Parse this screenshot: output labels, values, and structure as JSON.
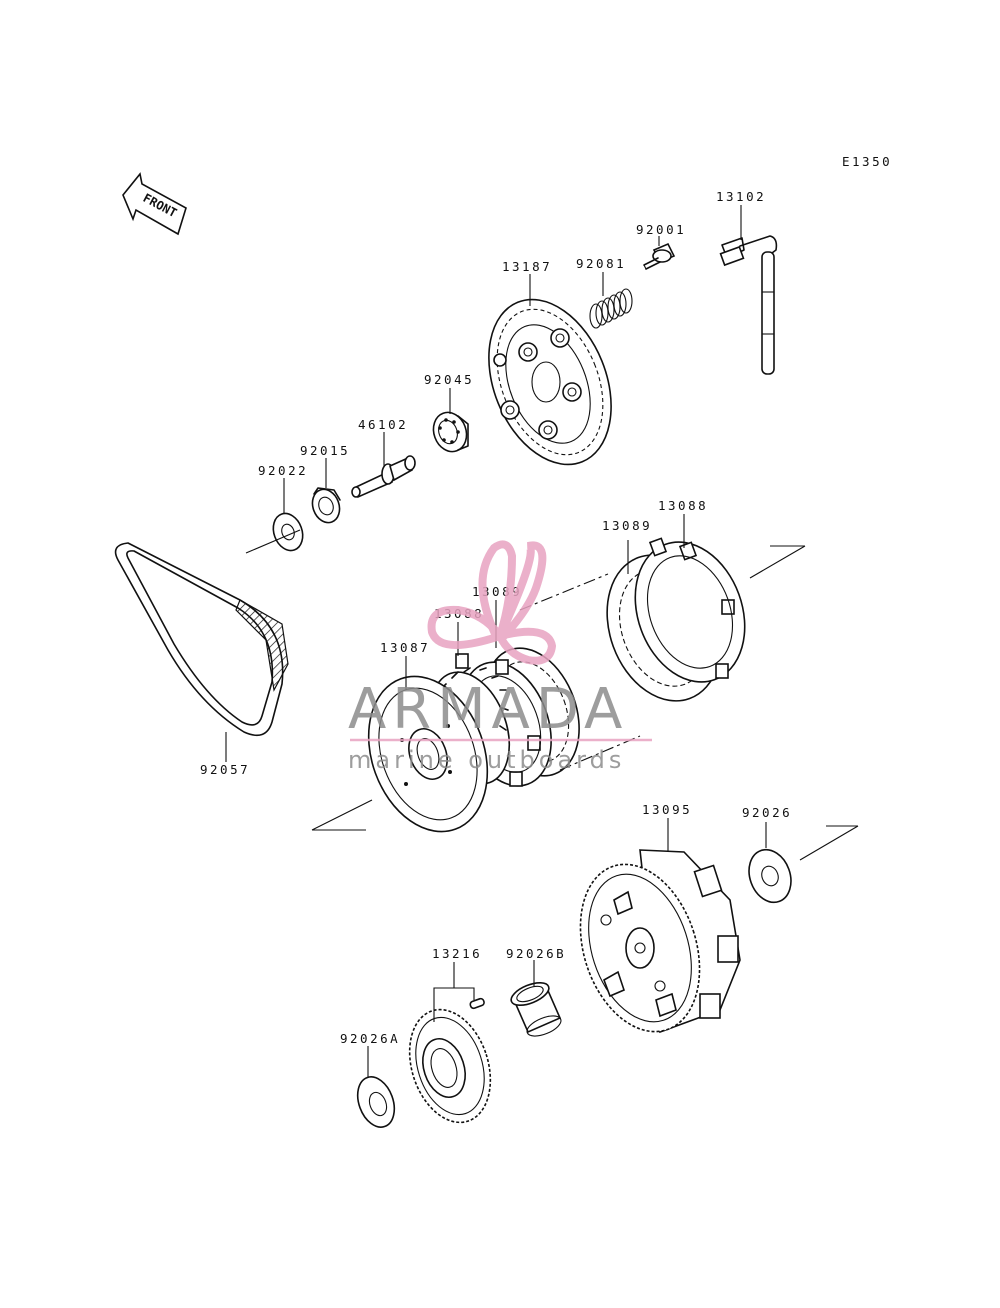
{
  "diagram_code": "E1350",
  "front_arrow_label": "FRONT",
  "watermark": {
    "brand": "ARMADA",
    "tagline": "marine outboards",
    "accent_color": "#e8a3c1",
    "text_color": "#8c8c8c"
  },
  "parts": [
    {
      "id": "13102",
      "label": "13102"
    },
    {
      "id": "92001",
      "label": "92001"
    },
    {
      "id": "92081",
      "label": "92081"
    },
    {
      "id": "13187",
      "label": "13187"
    },
    {
      "id": "92045",
      "label": "92045"
    },
    {
      "id": "46102",
      "label": "46102"
    },
    {
      "id": "92015",
      "label": "92015"
    },
    {
      "id": "92022",
      "label": "92022"
    },
    {
      "id": "13088a",
      "label": "13088"
    },
    {
      "id": "13089a",
      "label": "13089"
    },
    {
      "id": "13089b",
      "label": "13089"
    },
    {
      "id": "13088b",
      "label": "13088"
    },
    {
      "id": "13087",
      "label": "13087"
    },
    {
      "id": "92057",
      "label": "92057"
    },
    {
      "id": "13095",
      "label": "13095"
    },
    {
      "id": "92026",
      "label": "92026"
    },
    {
      "id": "13216",
      "label": "13216"
    },
    {
      "id": "92026B",
      "label": "92026B"
    },
    {
      "id": "92026A",
      "label": "92026A"
    }
  ]
}
